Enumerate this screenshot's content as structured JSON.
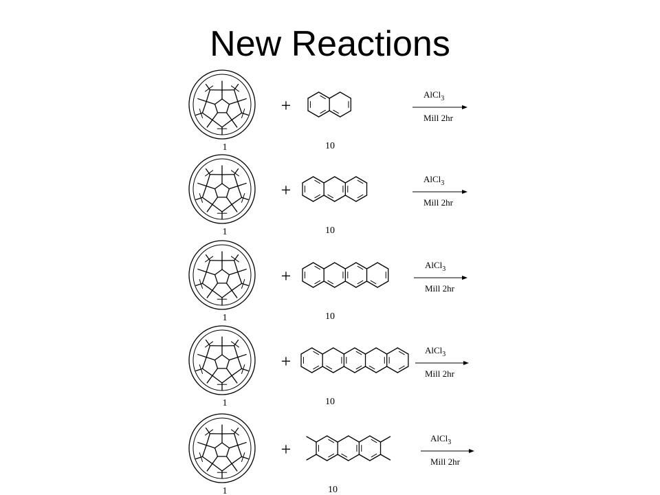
{
  "title": "New Reactions",
  "reactions": [
    {
      "reactant1_label": "1",
      "plus": "+",
      "reactant2_label": "10",
      "reagent": "AlCl3",
      "conditions": "Mill 2hr"
    },
    {
      "reactant1_label": "1",
      "plus": "+",
      "reactant2_label": "10",
      "reagent": "AlCl3",
      "conditions": "Mill 2hr"
    },
    {
      "reactant1_label": "1",
      "plus": "+",
      "reactant2_label": "10",
      "reagent": "AlCl3",
      "conditions": "Mill 2hr"
    },
    {
      "reactant1_label": "1",
      "plus": "+",
      "reactant2_label": "10",
      "reagent": "AlCl3",
      "conditions": "Mill 2hr"
    },
    {
      "reactant1_label": "1",
      "plus": "+",
      "reactant2_label": "10",
      "reagent": "AlCl3",
      "conditions": "Mill 2hr"
    }
  ],
  "molecules": {
    "reactant1": "fullerene",
    "reactant2": [
      "naphthalene",
      "anthracene",
      "tetracene",
      "pentacene",
      "tetramethylanthracene"
    ]
  }
}
